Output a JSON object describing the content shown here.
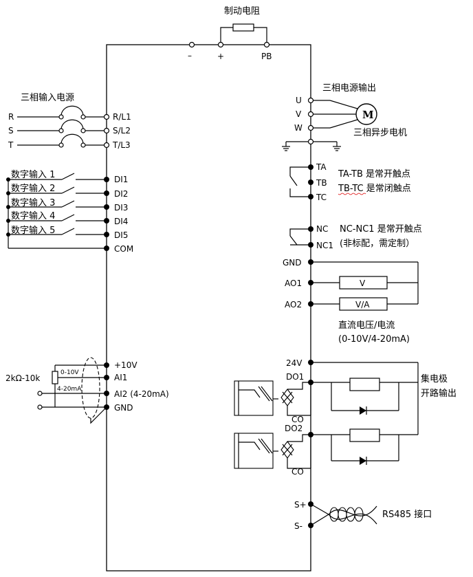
{
  "title": "制动电阻",
  "brake": {
    "minus": "–",
    "plus": "+",
    "pb": "PB"
  },
  "power_in": {
    "title": "三相输入电源",
    "phases": [
      {
        "in": "R",
        "out": "R/L1"
      },
      {
        "in": "S",
        "out": "S/L2"
      },
      {
        "in": "T",
        "out": "T/L3"
      }
    ]
  },
  "digital_inputs": {
    "labels": [
      "数字输入 1",
      "数字输入 2",
      "数字输入 3",
      "数字输入 4",
      "数字输入 5"
    ],
    "terminals": [
      "DI1",
      "DI2",
      "DI3",
      "DI4",
      "DI5"
    ],
    "com": "COM"
  },
  "analog_inputs": {
    "pot_label": "2kΩ-10k",
    "v_range": "0-10V",
    "ma_range": "4-20mA",
    "terminals": [
      "+10V",
      "AI1",
      "AI2 (4-20mA)",
      "GND"
    ]
  },
  "motor_output": {
    "title": "三相电源输出",
    "phases": [
      "U",
      "V",
      "W"
    ],
    "motor_symbol": "M",
    "motor_label": "三相异步电机"
  },
  "relay_ta": {
    "terminals": [
      "TA",
      "TB",
      "TC"
    ],
    "note1": "TA-TB 是常开触点",
    "note2": "TB-TC 是常闭触点"
  },
  "relay_nc": {
    "terminals": [
      "NC",
      "NC1"
    ],
    "note1": "NC-NC1 是常开触点",
    "note2": "(非标配，需定制）"
  },
  "analog_outputs": {
    "gnd": "GND",
    "terminals": [
      "AO1",
      "AO2"
    ],
    "boxes": [
      "V",
      "V/A"
    ],
    "caption1": "直流电压/电流",
    "caption2": "(0-10V/4-20mA)"
  },
  "do_outputs": {
    "v24": "24V",
    "terminals": [
      "DO1",
      "DO2"
    ],
    "co": "CO",
    "caption1": "集电极",
    "caption2": "开路输出"
  },
  "rs485": {
    "plus": "S+",
    "minus": "S-",
    "label": "RS485 接口"
  }
}
